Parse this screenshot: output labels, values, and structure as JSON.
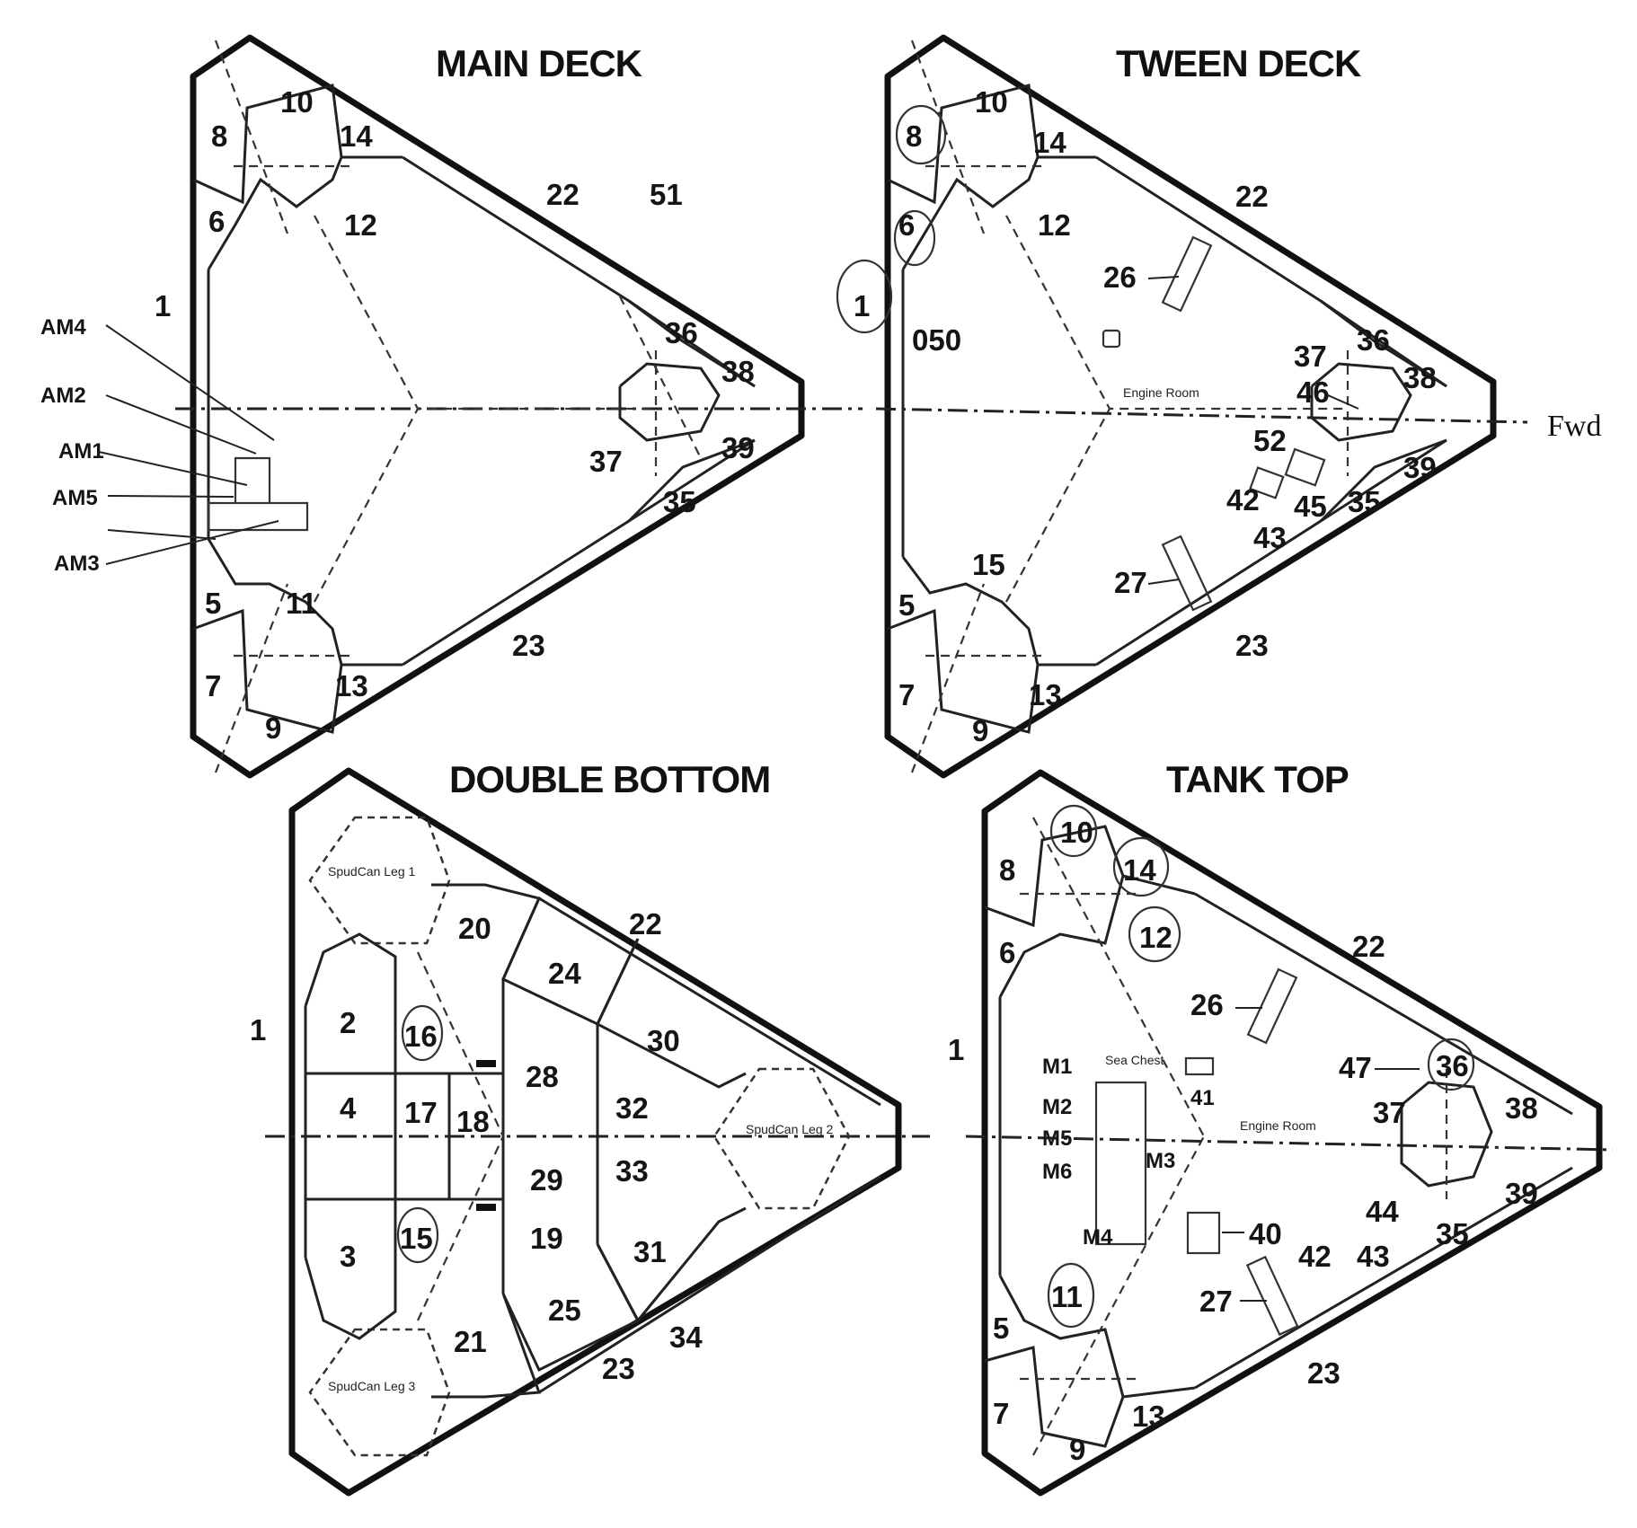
{
  "panels": {
    "main_deck": {
      "title": "MAIN DECK",
      "labels": [
        "10",
        "14",
        "8",
        "6",
        "12",
        "22",
        "51",
        "1",
        "36",
        "38",
        "39",
        "37",
        "35",
        "5",
        "11",
        "7",
        "13",
        "9",
        "23"
      ],
      "side_labels": [
        "AM4",
        "AM2",
        "AM1",
        "AM5",
        "AM3"
      ]
    },
    "tween_deck": {
      "title": "TWEEN DECK",
      "labels": [
        "10",
        "8",
        "14",
        "6",
        "12",
        "22",
        "26",
        "1",
        "050",
        "37",
        "36",
        "38",
        "46",
        "52",
        "39",
        "42",
        "45",
        "35",
        "43",
        "27",
        "15",
        "5",
        "23",
        "7",
        "13",
        "9"
      ],
      "small_text": [
        "Engine Room"
      ],
      "fwd": "Fwd"
    },
    "double_bottom": {
      "title": "DOUBLE BOTTOM",
      "labels": [
        "20",
        "22",
        "24",
        "30",
        "1",
        "2",
        "16",
        "28",
        "32",
        "4",
        "17",
        "18",
        "29",
        "33",
        "15",
        "19",
        "31",
        "3",
        "25",
        "21",
        "34",
        "23"
      ],
      "small_text": [
        "SpudCan Leg 1",
        "SpudCan Leg 2",
        "SpudCan Leg 3"
      ]
    },
    "tank_top": {
      "title": "TANK TOP",
      "labels": [
        "10",
        "14",
        "8",
        "12",
        "6",
        "22",
        "26",
        "1",
        "47",
        "36",
        "38",
        "37",
        "39",
        "35",
        "40",
        "42",
        "43",
        "44",
        "27",
        "11",
        "5",
        "7",
        "13",
        "9",
        "23"
      ],
      "small_text": [
        "M1",
        "M2",
        "M5",
        "M6",
        "M4",
        "41",
        "M3",
        "Sea Chest",
        "Engine Room"
      ]
    }
  }
}
